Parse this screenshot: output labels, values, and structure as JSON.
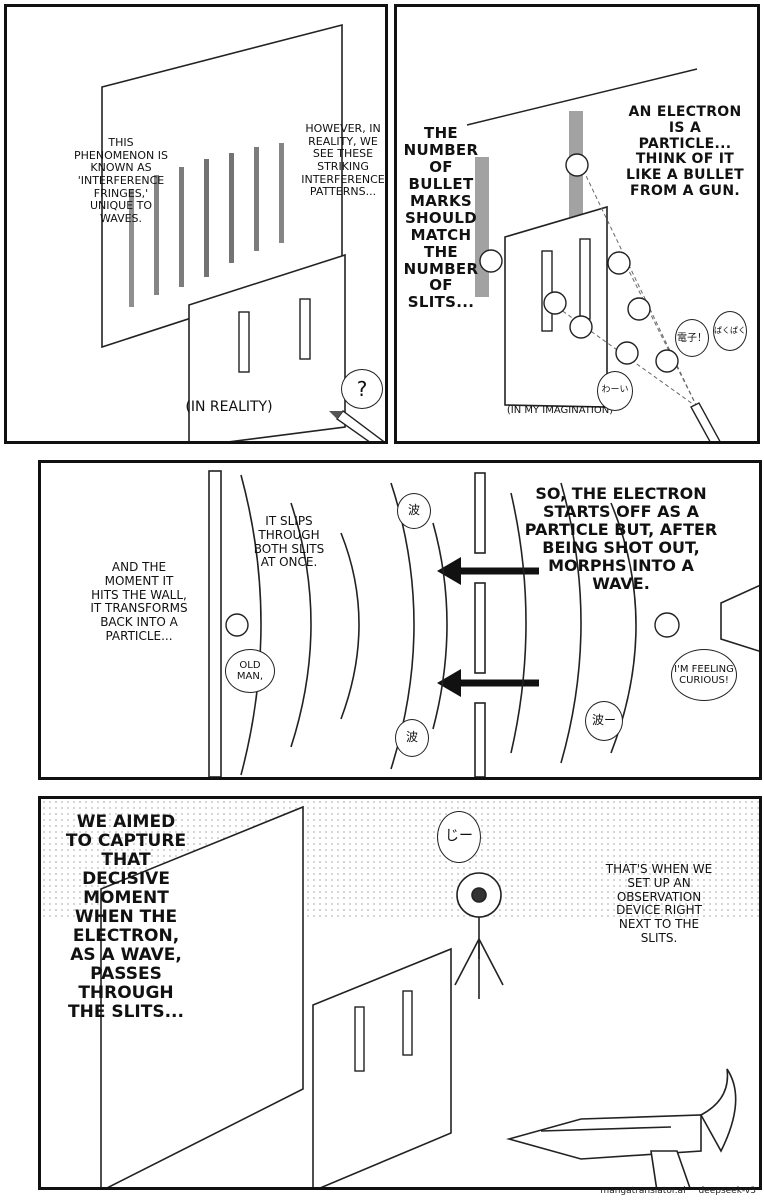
{
  "panel1": {
    "caption_left": "This phenomenon is known as 'interference fringes,' unique to waves.",
    "caption_right": "However, in reality, we see these striking interference patterns...",
    "label": "(In reality)",
    "bubble": "?"
  },
  "panel2": {
    "caption_left": "The number of bullet marks should match the number of slits...",
    "caption_right": "An electron is a particle... think of it like a bullet from a gun.",
    "label": "(In my imagination)",
    "sfx_1": "電子！",
    "sfx_2": "ぱくぱく",
    "sfx_3": "わーい"
  },
  "panel3": {
    "caption_left": "And the moment it hits the wall, it transforms back into a particle...",
    "caption_mid": "It slips through both slits at once.",
    "caption_right": "So, the electron starts off as a particle but, after being shot out, morphs into a wave.",
    "bubble_old_man": "Old man,",
    "bubble_curious": "I'm feeling curious!",
    "bubble_wave_1": "波",
    "bubble_wave_2": "波ー",
    "bubble_wave_3": "波"
  },
  "panel4": {
    "caption_left": "We aimed to capture that decisive moment when the electron, as a wave, passes through the slits...",
    "caption_right": "That's when we set up an observation device right next to the slits.",
    "bubble_sfx": "じー"
  },
  "footer": {
    "source": "mangatranslator.ai",
    "model": "deepseek-v3"
  }
}
